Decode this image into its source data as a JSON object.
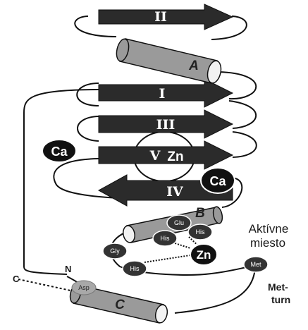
{
  "strands": [
    {
      "label": "II"
    },
    {
      "label": "I"
    },
    {
      "label": "III"
    },
    {
      "label": "V"
    },
    {
      "label": "IV"
    }
  ],
  "helices": [
    {
      "label": "A"
    },
    {
      "label": "B"
    },
    {
      "label": "C"
    }
  ],
  "ions": {
    "ca_left": "Ca",
    "ca_right": "Ca",
    "zn_top": "Zn",
    "zn_active": "Zn"
  },
  "residues": {
    "glu": "Glu",
    "his_right": "His",
    "his_mid": "His",
    "gly": "Gly",
    "his_low": "His",
    "met": "Met",
    "asp": "Asp"
  },
  "labels": {
    "active_site_line1": "Aktívne",
    "active_site_line2": "miesto",
    "met_turn_line1": "Met-",
    "met_turn_line2": "turn",
    "c_terminus": "C",
    "n_terminus": "N"
  },
  "colors": {
    "strand": "#2b2b2b",
    "helix": "#9a9a9a",
    "ion": "#111111",
    "residue": "#333333",
    "asp": "#a8a8a8"
  }
}
